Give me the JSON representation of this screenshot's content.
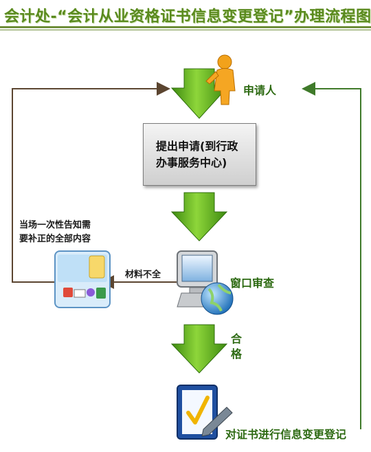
{
  "title": "会计处-“会计从业资格证书信息变更登记”办理流程图",
  "nodes": {
    "applicant": "申请人",
    "submit_line1": "提出申请(到行政",
    "submit_line2": "办事服务中心)",
    "window_review": "窗口审查",
    "qualified_1": "合",
    "qualified_2": "格",
    "register": "对证书进行信息变更登记",
    "incomplete": "材料不全",
    "notify_line1": "当场一次性告知需",
    "notify_line2": "要补正的全部内容"
  },
  "colors": {
    "title": "#5a8a1e",
    "arrow_green": "#5fae1e",
    "left_connector": "#5b4530",
    "right_connector": "#3f7a2a"
  },
  "icons": [
    "person-icon",
    "computer-icon",
    "globe-icon",
    "folder-icon",
    "certificate-icon",
    "pen-icon"
  ]
}
